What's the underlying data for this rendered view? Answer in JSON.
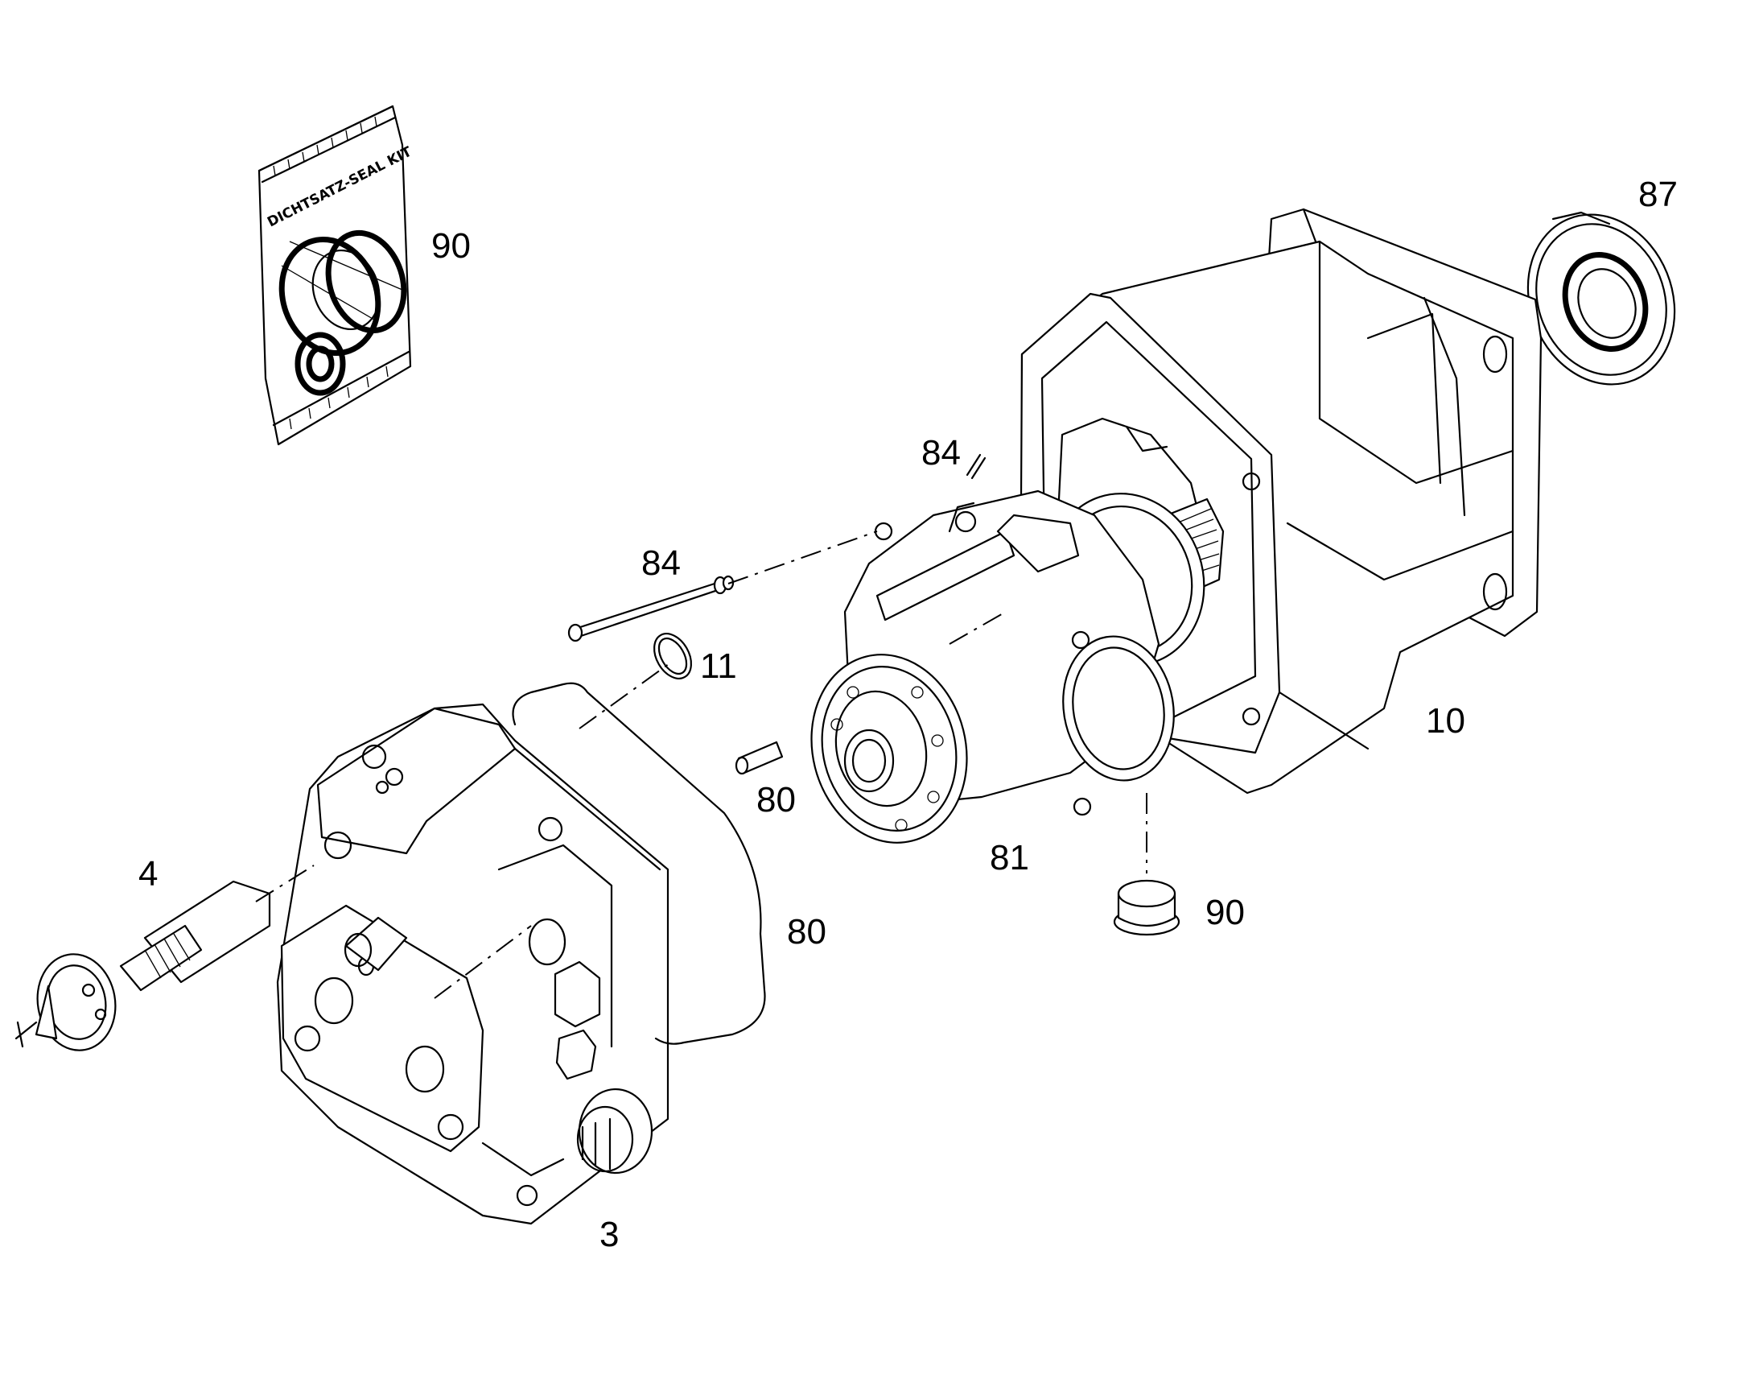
{
  "diagram": {
    "seal_kit_text": "DICHTSATZ-SEAL KIT",
    "labels": {
      "p90_kit": "90",
      "p87": "87",
      "p84_top": "84",
      "p84_left": "84",
      "p11": "11",
      "p80_pin": "80",
      "p10": "10",
      "p81": "81",
      "p90_cap": "90",
      "p4": "4",
      "p80_gasket": "80",
      "p3": "3"
    }
  }
}
